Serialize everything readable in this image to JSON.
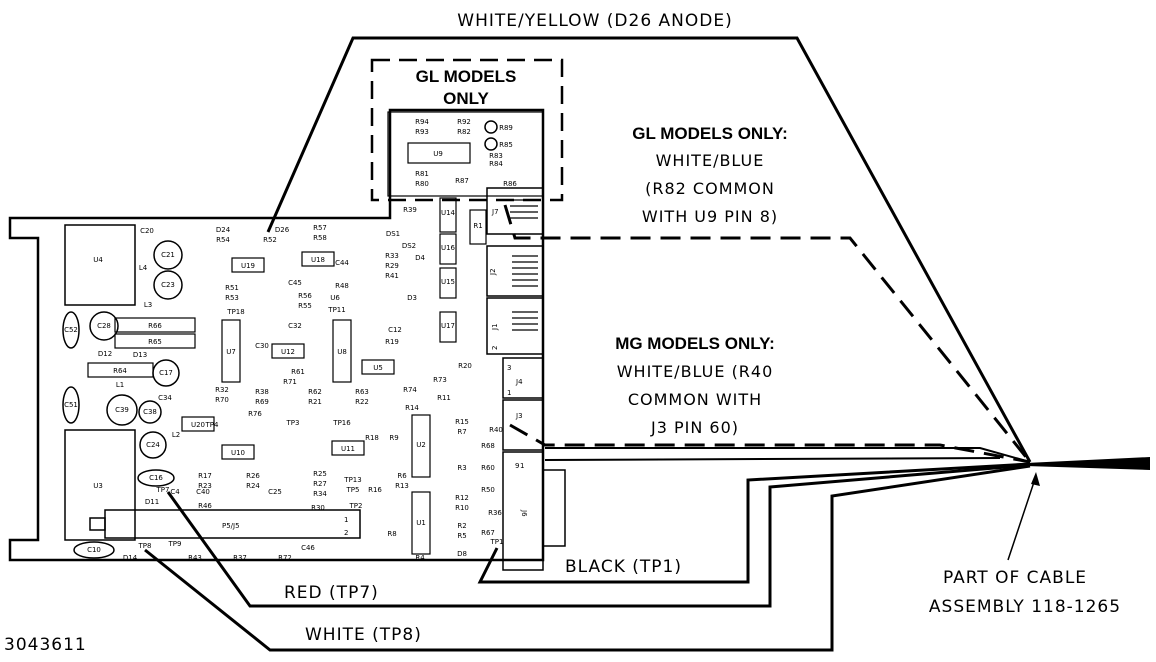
{
  "diagram": {
    "drawing_number": "3043611",
    "gl_box_label": [
      "GL MODELS",
      "ONLY"
    ],
    "gl_note": {
      "title": "GL MODELS ONLY:",
      "lines": [
        "WHITE/BLUE",
        "(R82 COMMON",
        "WITH U9 PIN 8)"
      ]
    },
    "mg_note": {
      "title": "MG MODELS ONLY:",
      "lines": [
        "WHITE/BLUE (R40",
        "COMMON WITH",
        "J3 PIN 60)"
      ]
    },
    "wire_labels": {
      "white_yellow": "WHITE/YELLOW (D26 ANODE)",
      "black": "BLACK (TP1)",
      "red": "RED (TP7)",
      "white": "WHITE (TP8)"
    },
    "cable_label": [
      "PART OF CABLE",
      "ASSEMBLY 118-1265"
    ],
    "connector_labels": {
      "p5": "P5/J5",
      "p5_pin1": "1",
      "p5_pin2": "2",
      "j2": "J2",
      "j1": "J1",
      "j1_pin2": "2",
      "j4": "J4",
      "j4_pin3": "3",
      "j4_pin1": "1",
      "j3": "J3",
      "j6": "J6",
      "j6_pin9": "9",
      "j6_pin1": "1",
      "j7": "J7"
    },
    "components": [
      {
        "id": "u4",
        "label": "U4"
      },
      {
        "id": "u3",
        "label": "U3"
      },
      {
        "id": "u9",
        "label": "U9"
      },
      {
        "id": "u19",
        "label": "U19"
      },
      {
        "id": "u18",
        "label": "U18"
      },
      {
        "id": "u7",
        "label": "U7"
      },
      {
        "id": "u12",
        "label": "U12"
      },
      {
        "id": "u8",
        "label": "U8"
      },
      {
        "id": "u5",
        "label": "U5"
      },
      {
        "id": "u20",
        "label": "U20"
      },
      {
        "id": "u10",
        "label": "U10"
      },
      {
        "id": "u11",
        "label": "U11"
      },
      {
        "id": "u2",
        "label": "U2"
      },
      {
        "id": "u1",
        "label": "U1"
      },
      {
        "id": "u14",
        "label": "U14"
      },
      {
        "id": "u16",
        "label": "U16"
      },
      {
        "id": "u15",
        "label": "U15"
      },
      {
        "id": "u17",
        "label": "U17"
      },
      {
        "id": "u6",
        "label": "U6"
      },
      {
        "id": "r1",
        "label": "R1"
      },
      {
        "id": "c21",
        "label": "C21"
      },
      {
        "id": "c23",
        "label": "C23"
      },
      {
        "id": "c28",
        "label": "C28"
      },
      {
        "id": "c17",
        "label": "C17"
      },
      {
        "id": "c39",
        "label": "C39"
      },
      {
        "id": "c38",
        "label": "C38"
      },
      {
        "id": "c24",
        "label": "C24"
      },
      {
        "id": "c16",
        "label": "C16"
      },
      {
        "id": "c10",
        "label": "C10"
      },
      {
        "id": "c51",
        "label": "C51"
      },
      {
        "id": "c52",
        "label": "C52"
      },
      {
        "id": "c20",
        "label": "C20"
      },
      {
        "id": "c45",
        "label": "C45"
      },
      {
        "id": "c12",
        "label": "C12"
      },
      {
        "id": "c46",
        "label": "C46"
      },
      {
        "id": "c34",
        "label": "C34"
      },
      {
        "id": "c40",
        "label": "C40"
      },
      {
        "id": "c25",
        "label": "C25"
      },
      {
        "id": "c4",
        "label": "C4"
      },
      {
        "id": "c44",
        "label": "C44"
      },
      {
        "id": "c32",
        "label": "C32"
      },
      {
        "id": "c30",
        "label": "C30"
      },
      {
        "id": "r66",
        "label": "R66"
      },
      {
        "id": "r65",
        "label": "R65"
      },
      {
        "id": "r64",
        "label": "R64"
      },
      {
        "id": "r54",
        "label": "R54"
      },
      {
        "id": "r52",
        "label": "R52"
      },
      {
        "id": "r57",
        "label": "R57"
      },
      {
        "id": "r58",
        "label": "R58"
      },
      {
        "id": "r51",
        "label": "R51"
      },
      {
        "id": "r53",
        "label": "R53"
      },
      {
        "id": "r56",
        "label": "R56"
      },
      {
        "id": "r55",
        "label": "R55"
      },
      {
        "id": "r33",
        "label": "R33"
      },
      {
        "id": "r29",
        "label": "R29"
      },
      {
        "id": "r41",
        "label": "R41"
      },
      {
        "id": "r48",
        "label": "R48"
      },
      {
        "id": "r61",
        "label": "R61"
      },
      {
        "id": "r71",
        "label": "R71"
      },
      {
        "id": "r32",
        "label": "R32"
      },
      {
        "id": "r70",
        "label": "R70"
      },
      {
        "id": "r38",
        "label": "R38"
      },
      {
        "id": "r69",
        "label": "R69"
      },
      {
        "id": "r62",
        "label": "R62"
      },
      {
        "id": "r21",
        "label": "R21"
      },
      {
        "id": "r63",
        "label": "R63"
      },
      {
        "id": "r22",
        "label": "R22"
      },
      {
        "id": "r76",
        "label": "R76"
      },
      {
        "id": "r74",
        "label": "R74"
      },
      {
        "id": "r73",
        "label": "R73"
      },
      {
        "id": "r20",
        "label": "R20"
      },
      {
        "id": "r11",
        "label": "R11"
      },
      {
        "id": "r14",
        "label": "R14"
      },
      {
        "id": "r19",
        "label": "R19"
      },
      {
        "id": "r17",
        "label": "R17"
      },
      {
        "id": "r23",
        "label": "R23"
      },
      {
        "id": "r26",
        "label": "R26"
      },
      {
        "id": "r24",
        "label": "R24"
      },
      {
        "id": "r25",
        "label": "R25"
      },
      {
        "id": "r27",
        "label": "R27"
      },
      {
        "id": "r34",
        "label": "R34"
      },
      {
        "id": "r46",
        "label": "R46"
      },
      {
        "id": "r30",
        "label": "R30"
      },
      {
        "id": "r6",
        "label": "R6"
      },
      {
        "id": "r13",
        "label": "R13"
      },
      {
        "id": "r43",
        "label": "R43"
      },
      {
        "id": "r37",
        "label": "R37"
      },
      {
        "id": "r72",
        "label": "R72"
      },
      {
        "id": "r4",
        "label": "R4"
      },
      {
        "id": "r8",
        "label": "R8"
      },
      {
        "id": "r16",
        "label": "R16"
      },
      {
        "id": "r18",
        "label": "R18"
      },
      {
        "id": "r9",
        "label": "R9"
      },
      {
        "id": "r94",
        "label": "R94"
      },
      {
        "id": "r93",
        "label": "R93"
      },
      {
        "id": "r92",
        "label": "R92"
      },
      {
        "id": "r82",
        "label": "R82"
      },
      {
        "id": "r89",
        "label": "R89"
      },
      {
        "id": "r85",
        "label": "R85"
      },
      {
        "id": "r83",
        "label": "R83"
      },
      {
        "id": "r84",
        "label": "R84"
      },
      {
        "id": "r81",
        "label": "R81"
      },
      {
        "id": "r80",
        "label": "R80"
      },
      {
        "id": "r87",
        "label": "R87"
      },
      {
        "id": "r86",
        "label": "R86"
      },
      {
        "id": "r39",
        "label": "R39"
      },
      {
        "id": "r40",
        "label": "R40"
      },
      {
        "id": "r68",
        "label": "R68"
      },
      {
        "id": "r60",
        "label": "R60"
      },
      {
        "id": "r50",
        "label": "R50"
      },
      {
        "id": "r36",
        "label": "R36"
      },
      {
        "id": "r67",
        "label": "R67"
      },
      {
        "id": "r12",
        "label": "R12"
      },
      {
        "id": "r10",
        "label": "R10"
      },
      {
        "id": "r2",
        "label": "R2"
      },
      {
        "id": "r5",
        "label": "R5"
      },
      {
        "id": "r15",
        "label": "R15"
      },
      {
        "id": "r7",
        "label": "R7"
      },
      {
        "id": "r3",
        "label": "R3"
      },
      {
        "id": "d24",
        "label": "D24"
      },
      {
        "id": "d26",
        "label": "D26"
      },
      {
        "id": "d12",
        "label": "D12"
      },
      {
        "id": "d13",
        "label": "D13"
      },
      {
        "id": "d11",
        "label": "D11"
      },
      {
        "id": "d14",
        "label": "D14"
      },
      {
        "id": "d4",
        "label": "D4"
      },
      {
        "id": "d8",
        "label": "D8"
      },
      {
        "id": "d3",
        "label": "D3"
      },
      {
        "id": "ds1",
        "label": "DS1"
      },
      {
        "id": "ds2",
        "label": "DS2"
      },
      {
        "id": "l1",
        "label": "L1"
      },
      {
        "id": "l2",
        "label": "L2"
      },
      {
        "id": "l3",
        "label": "L3"
      },
      {
        "id": "l4",
        "label": "L4"
      },
      {
        "id": "tp18",
        "label": "TP18"
      },
      {
        "id": "tp11",
        "label": "TP11"
      },
      {
        "id": "tp4",
        "label": "TP4"
      },
      {
        "id": "tp3",
        "label": "TP3"
      },
      {
        "id": "tp16",
        "label": "TP16"
      },
      {
        "id": "tp13",
        "label": "TP13"
      },
      {
        "id": "tp5",
        "label": "TP5"
      },
      {
        "id": "tp2",
        "label": "TP2"
      },
      {
        "id": "tp7",
        "label": "TP7"
      },
      {
        "id": "tp8",
        "label": "TP8"
      },
      {
        "id": "tp9",
        "label": "TP9"
      },
      {
        "id": "tp1",
        "label": "TP1"
      }
    ]
  }
}
